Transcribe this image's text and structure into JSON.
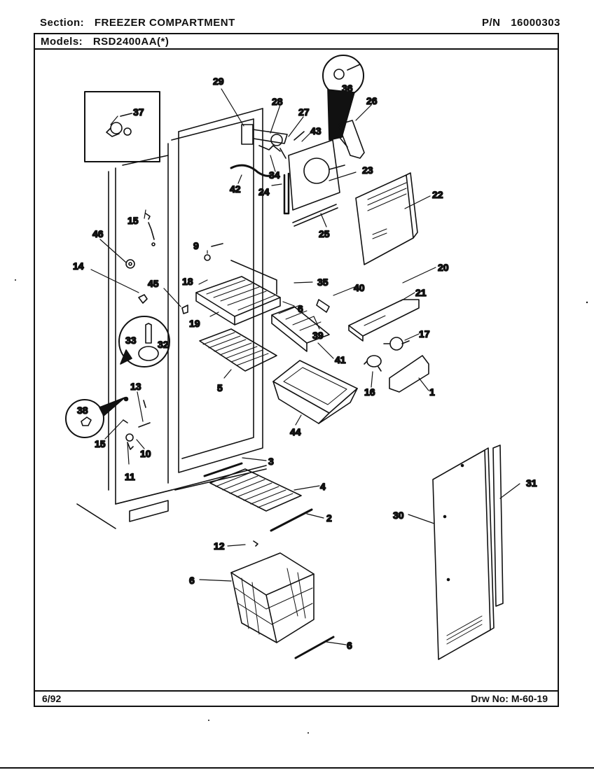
{
  "header": {
    "section_key": "Section:",
    "section_value": "FREEZER COMPARTMENT",
    "pn_key": "P/N",
    "pn_value": "16000303",
    "models_key": "Models:",
    "models_value": "RSD2400AA(*)"
  },
  "footer": {
    "date": "6/92",
    "drawing_key": "Drw No:",
    "drawing_value": "M-60-19"
  },
  "callouts": [
    "1",
    "2",
    "3",
    "4",
    "5",
    "6",
    "6",
    "6",
    "9",
    "10",
    "11",
    "12",
    "13",
    "14",
    "15",
    "15",
    "16",
    "17",
    "18",
    "19",
    "20",
    "21",
    "22",
    "23",
    "24",
    "25",
    "26",
    "27",
    "28",
    "29",
    "30",
    "31",
    "32",
    "33",
    "34",
    "35",
    "36",
    "37",
    "38",
    "39",
    "40",
    "41",
    "42",
    "43",
    "44",
    "45",
    "46"
  ]
}
